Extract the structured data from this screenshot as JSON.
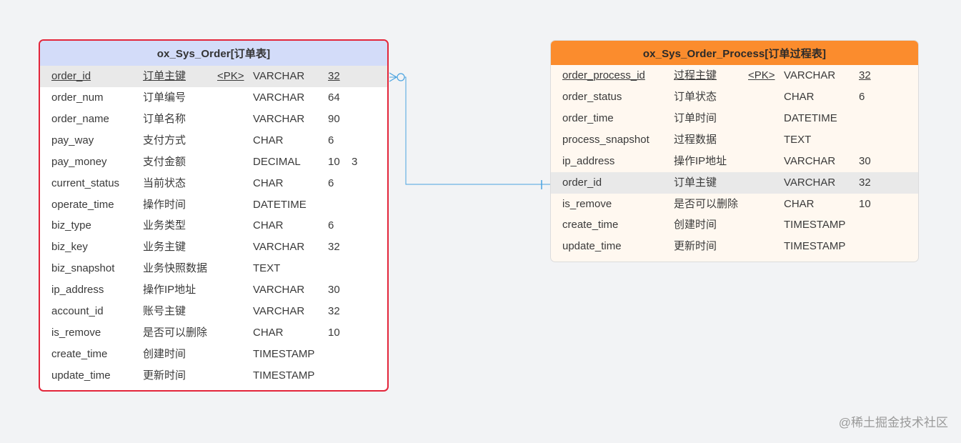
{
  "colors": {
    "background": "#f2f3f5",
    "order_border": "#e3253a",
    "order_header": "#d3dcf9",
    "process_header": "#fb8c2d",
    "process_body": "#fff8f0",
    "relation_line": "#4aa3e0"
  },
  "entities": [
    {
      "title": "ox_Sys_Order[订单表]",
      "selected": true,
      "columns": [
        {
          "name": "order_id",
          "comment": "订单主键",
          "key": "<PK>",
          "type": "VARCHAR",
          "length": "32",
          "scale": "",
          "pk": true,
          "highlight": true
        },
        {
          "name": "order_num",
          "comment": "订单编号",
          "key": "",
          "type": "VARCHAR",
          "length": "64",
          "scale": ""
        },
        {
          "name": "order_name",
          "comment": "订单名称",
          "key": "",
          "type": "VARCHAR",
          "length": "90",
          "scale": ""
        },
        {
          "name": "pay_way",
          "comment": "支付方式",
          "key": "",
          "type": "CHAR",
          "length": "6",
          "scale": ""
        },
        {
          "name": "pay_money",
          "comment": "支付金额",
          "key": "",
          "type": "DECIMAL",
          "length": "10",
          "scale": "3"
        },
        {
          "name": "current_status",
          "comment": "当前状态",
          "key": "",
          "type": "CHAR",
          "length": "6",
          "scale": ""
        },
        {
          "name": "operate_time",
          "comment": "操作时间",
          "key": "",
          "type": "DATETIME",
          "length": "",
          "scale": ""
        },
        {
          "name": "biz_type",
          "comment": "业务类型",
          "key": "",
          "type": "CHAR",
          "length": "6",
          "scale": ""
        },
        {
          "name": "biz_key",
          "comment": "业务主键",
          "key": "",
          "type": "VARCHAR",
          "length": "32",
          "scale": ""
        },
        {
          "name": "biz_snapshot",
          "comment": "业务快照数据",
          "key": "",
          "type": "TEXT",
          "length": "",
          "scale": ""
        },
        {
          "name": "ip_address",
          "comment": "操作IP地址",
          "key": "",
          "type": "VARCHAR",
          "length": "30",
          "scale": ""
        },
        {
          "name": "account_id",
          "comment": "账号主键",
          "key": "",
          "type": "VARCHAR",
          "length": "32",
          "scale": ""
        },
        {
          "name": "is_remove",
          "comment": "是否可以删除",
          "key": "",
          "type": "CHAR",
          "length": "10",
          "scale": ""
        },
        {
          "name": "create_time",
          "comment": "创建时间",
          "key": "",
          "type": "TIMESTAMP",
          "length": "",
          "scale": ""
        },
        {
          "name": "update_time",
          "comment": "更新时间",
          "key": "",
          "type": "TIMESTAMP",
          "length": "",
          "scale": ""
        }
      ]
    },
    {
      "title": "ox_Sys_Order_Process[订单过程表]",
      "selected": false,
      "columns": [
        {
          "name": "order_process_id",
          "comment": "过程主键",
          "key": "<PK>",
          "type": "VARCHAR",
          "length": "32",
          "scale": "",
          "pk": true
        },
        {
          "name": "order_status",
          "comment": "订单状态",
          "key": "",
          "type": "CHAR",
          "length": "6",
          "scale": ""
        },
        {
          "name": "order_time",
          "comment": "订单时间",
          "key": "",
          "type": "DATETIME",
          "length": "",
          "scale": ""
        },
        {
          "name": "process_snapshot",
          "comment": "过程数据",
          "key": "",
          "type": "TEXT",
          "length": "",
          "scale": ""
        },
        {
          "name": "ip_address",
          "comment": "操作IP地址",
          "key": "",
          "type": "VARCHAR",
          "length": "30",
          "scale": ""
        },
        {
          "name": "order_id",
          "comment": "订单主键",
          "key": "",
          "type": "VARCHAR",
          "length": "32",
          "scale": "",
          "highlight": true
        },
        {
          "name": "is_remove",
          "comment": "是否可以删除",
          "key": "",
          "type": "CHAR",
          "length": "10",
          "scale": ""
        },
        {
          "name": "create_time",
          "comment": "创建时间",
          "key": "",
          "type": "TIMESTAMP",
          "length": "",
          "scale": ""
        },
        {
          "name": "update_time",
          "comment": "更新时间",
          "key": "",
          "type": "TIMESTAMP",
          "length": "",
          "scale": ""
        }
      ]
    }
  ],
  "relation": {
    "from": "ox_Sys_Order.order_id",
    "to": "ox_Sys_Order_Process.order_id",
    "start_marker": "crow-foot-zero-icon",
    "end_marker": "one-bar-icon"
  },
  "watermark": "@稀土掘金技术社区"
}
